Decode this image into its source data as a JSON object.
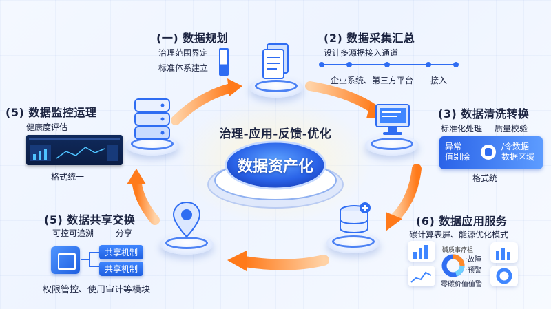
{
  "center": {
    "headline": "治理-应用-反馈-优化",
    "core_label": "数据资产化"
  },
  "stages": {
    "plan": {
      "title": "(一) 数据规划",
      "lines": [
        "治理范围界定",
        "标准体系建立"
      ],
      "icon": "ruler-icon"
    },
    "collect": {
      "title": "(2) 数据采集汇总",
      "subtitle": "设计多源据接入通道",
      "timeline": [
        "企业系统、第三方平台",
        "接入"
      ],
      "icon": "document-stack-icon"
    },
    "clean": {
      "title": "(3) 数据清洗转换",
      "subtitle_a": "标准化处理",
      "subtitle_b": "质量校验",
      "panel": {
        "left_l1": "异常",
        "left_l2": "值剔除",
        "right_l1": "/令数据",
        "right_l2": "数据区域"
      },
      "footer": "格式统一",
      "icon": "monitor-icon"
    },
    "monitor": {
      "title": "(5) 数据监控运理",
      "subtitle": "健康度评估",
      "footer": "格式统一",
      "icon": "server-icon"
    },
    "share": {
      "title": "(5) 数据共享交换",
      "subtitle_a": "可控可追溯",
      "subtitle_b": "分享",
      "btn_a": "共享机制",
      "btn_b": "共享机制",
      "footer": "权限管控、使用审计等模块",
      "icon": "location-pin-icon"
    },
    "apply": {
      "title": "(6) 数据应用服务",
      "subtitle": "碳计算表屏、能源优化模式",
      "tiles": {
        "t1": "碱质事疗祖",
        "t2": "·故障",
        "t3": "·预警",
        "t4": "零碳价值值警"
      },
      "icon": "database-plus-icon"
    }
  },
  "colors": {
    "primary": "#2f6df2",
    "arrow": "#ff8a2a",
    "text": "#1b2340"
  }
}
